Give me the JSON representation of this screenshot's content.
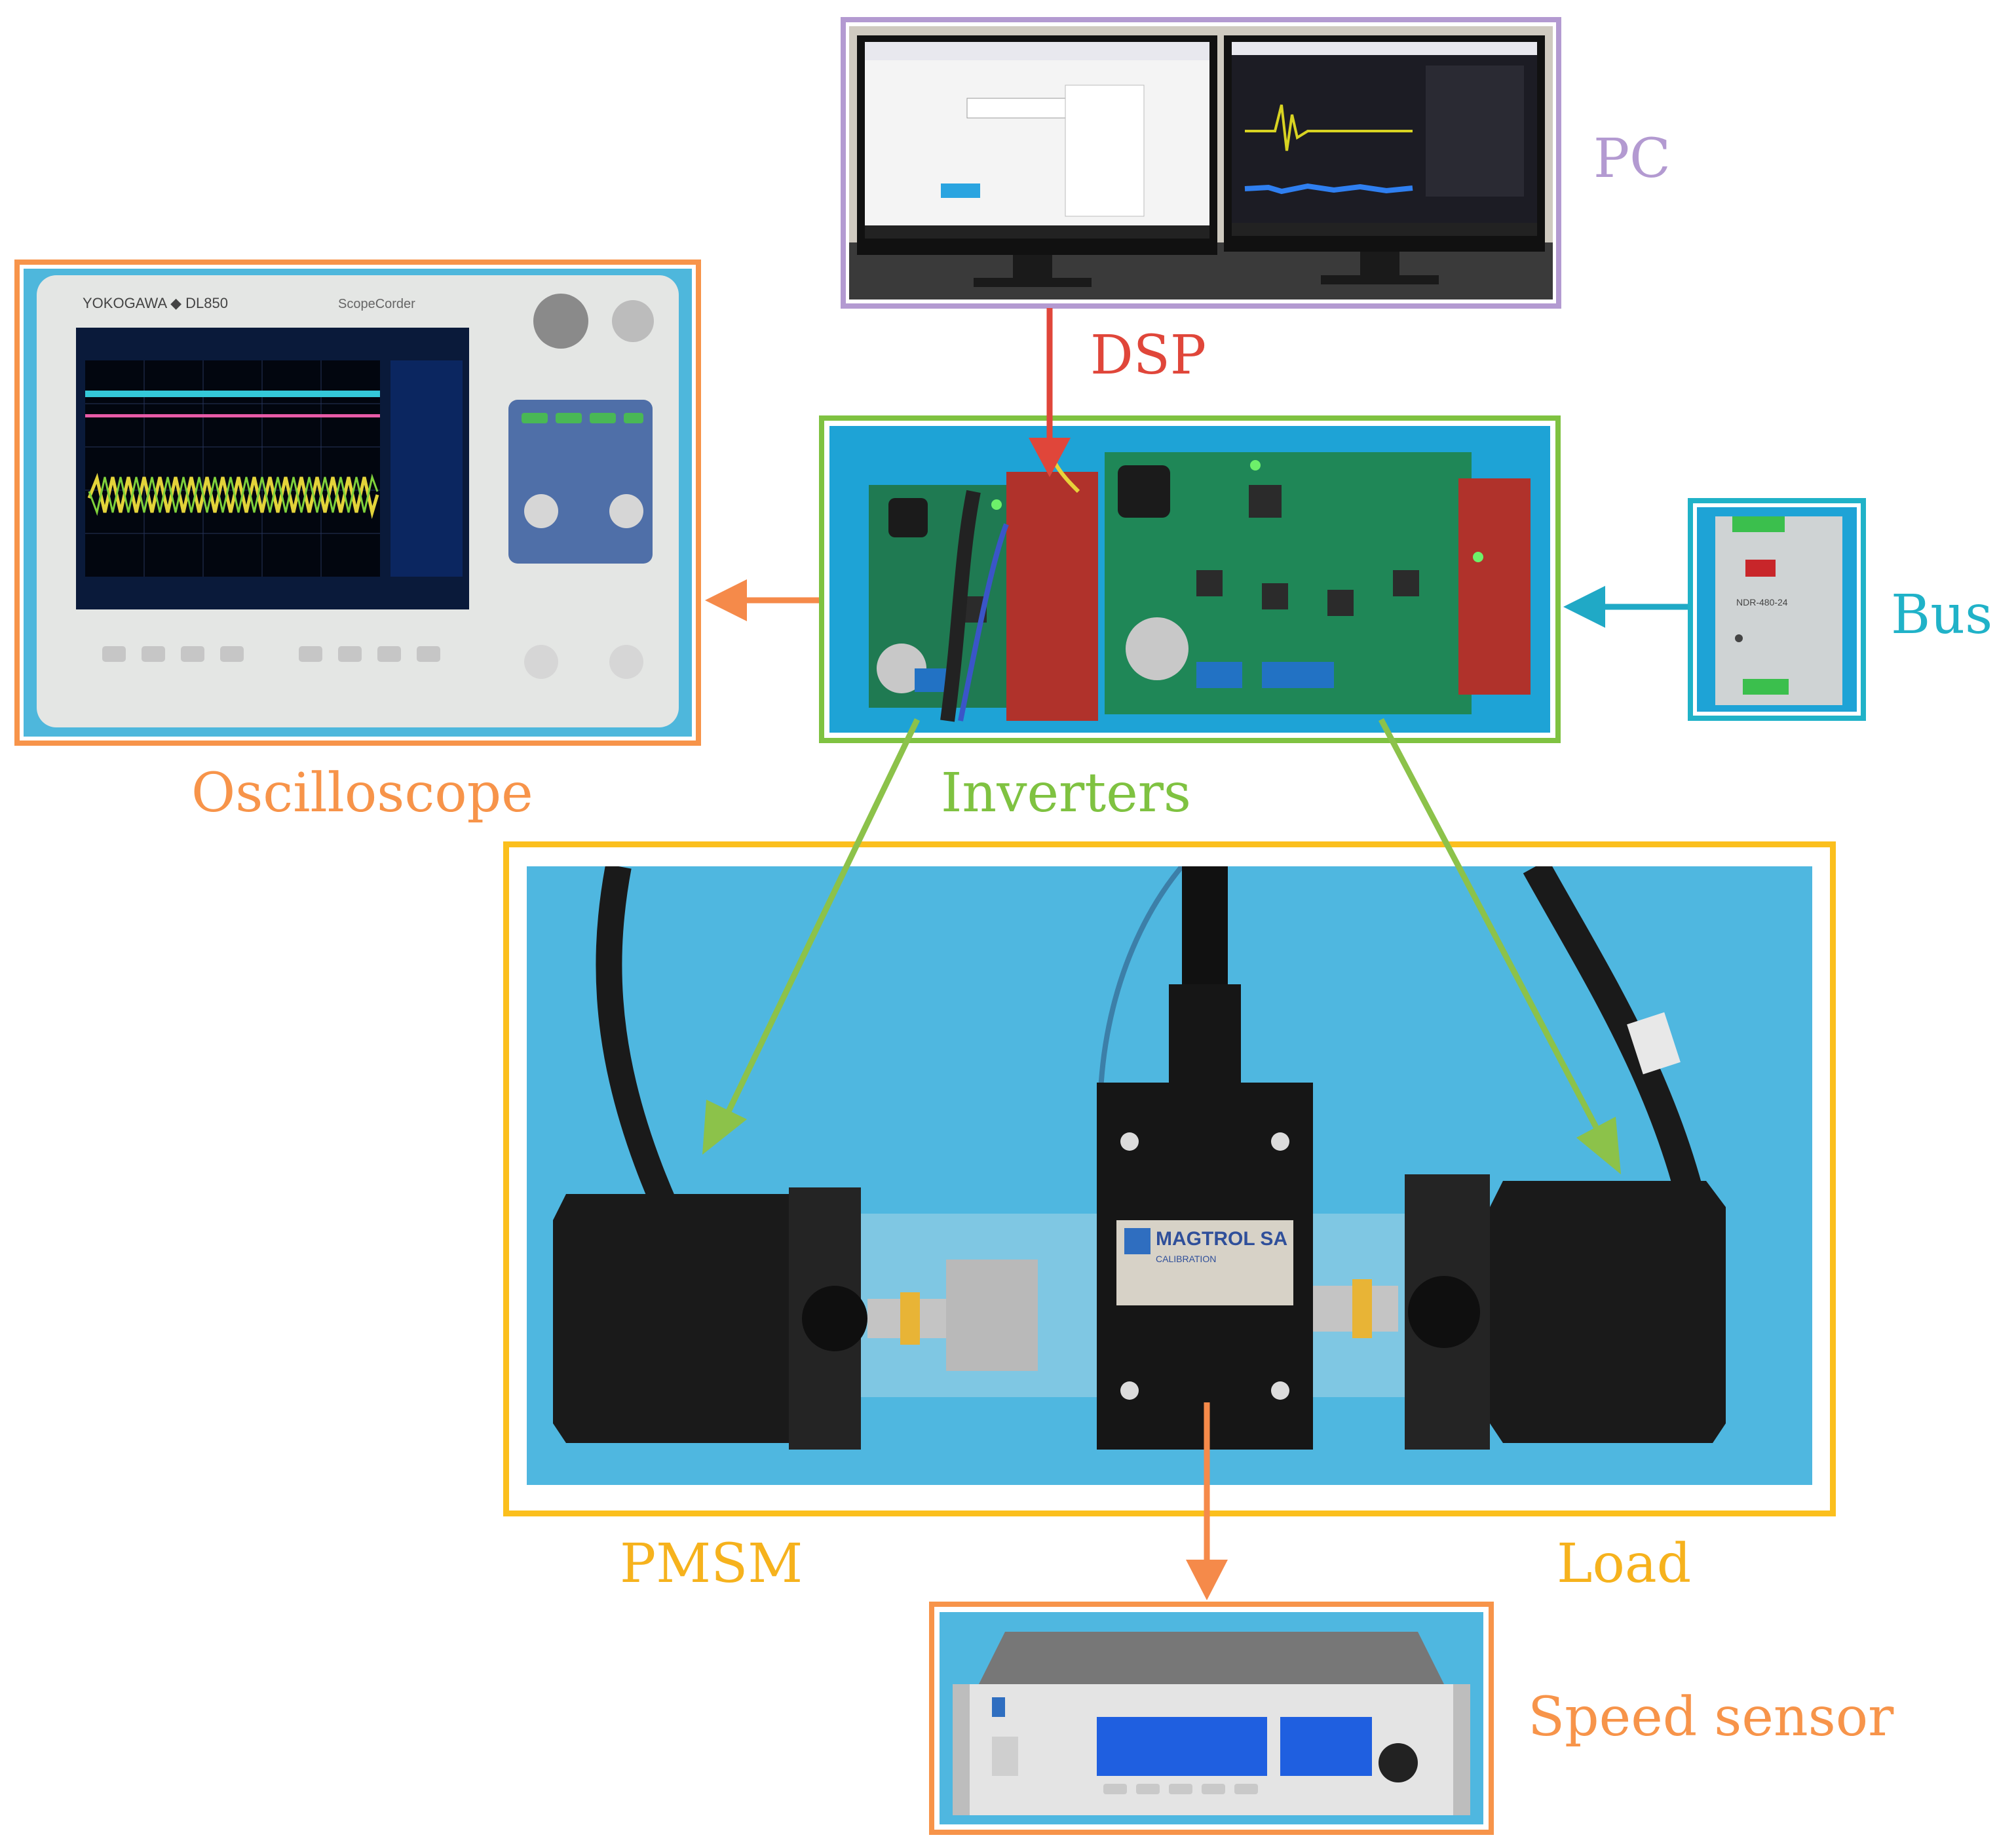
{
  "labels": {
    "pc": "PC",
    "dsp": "DSP",
    "bus": "Bus",
    "oscilloscope": "Oscilloscope",
    "inverters": "Inverters",
    "pmsm": "PMSM",
    "load": "Load",
    "speed_sensor": "Speed sensor"
  },
  "device_text": {
    "scope_brand": "YOKOGAWA ◆ DL850",
    "scope_series": "ScopeCorder",
    "torque_sensor_brand": "MAGTROL SA",
    "torque_sensor_sub": "CALIBRATION",
    "psu_model": "NDR-480-24"
  },
  "colors": {
    "pc": "#b39ad1",
    "dsp": "#e0463a",
    "bus": "#20b2c8",
    "oscilloscope": "#f7944a",
    "inverters": "#7fc241",
    "motor_group": "#fbbf1d",
    "motor_labels": "#f6b21d",
    "speed_sensor": "#f7944a",
    "arrow_green": "#8cc24a",
    "arrow_orange": "#f58a4a",
    "arrow_red": "#e0463a",
    "arrow_blue": "#20a9c6"
  },
  "icons": {
    "pc": "dual-monitor-icon",
    "oscilloscope": "oscilloscope-icon",
    "inverters": "inverter-board-icon",
    "bus": "dc-power-supply-icon",
    "motors": "motor-test-bench-icon",
    "speed_sensor": "rack-speed-meter-icon"
  }
}
